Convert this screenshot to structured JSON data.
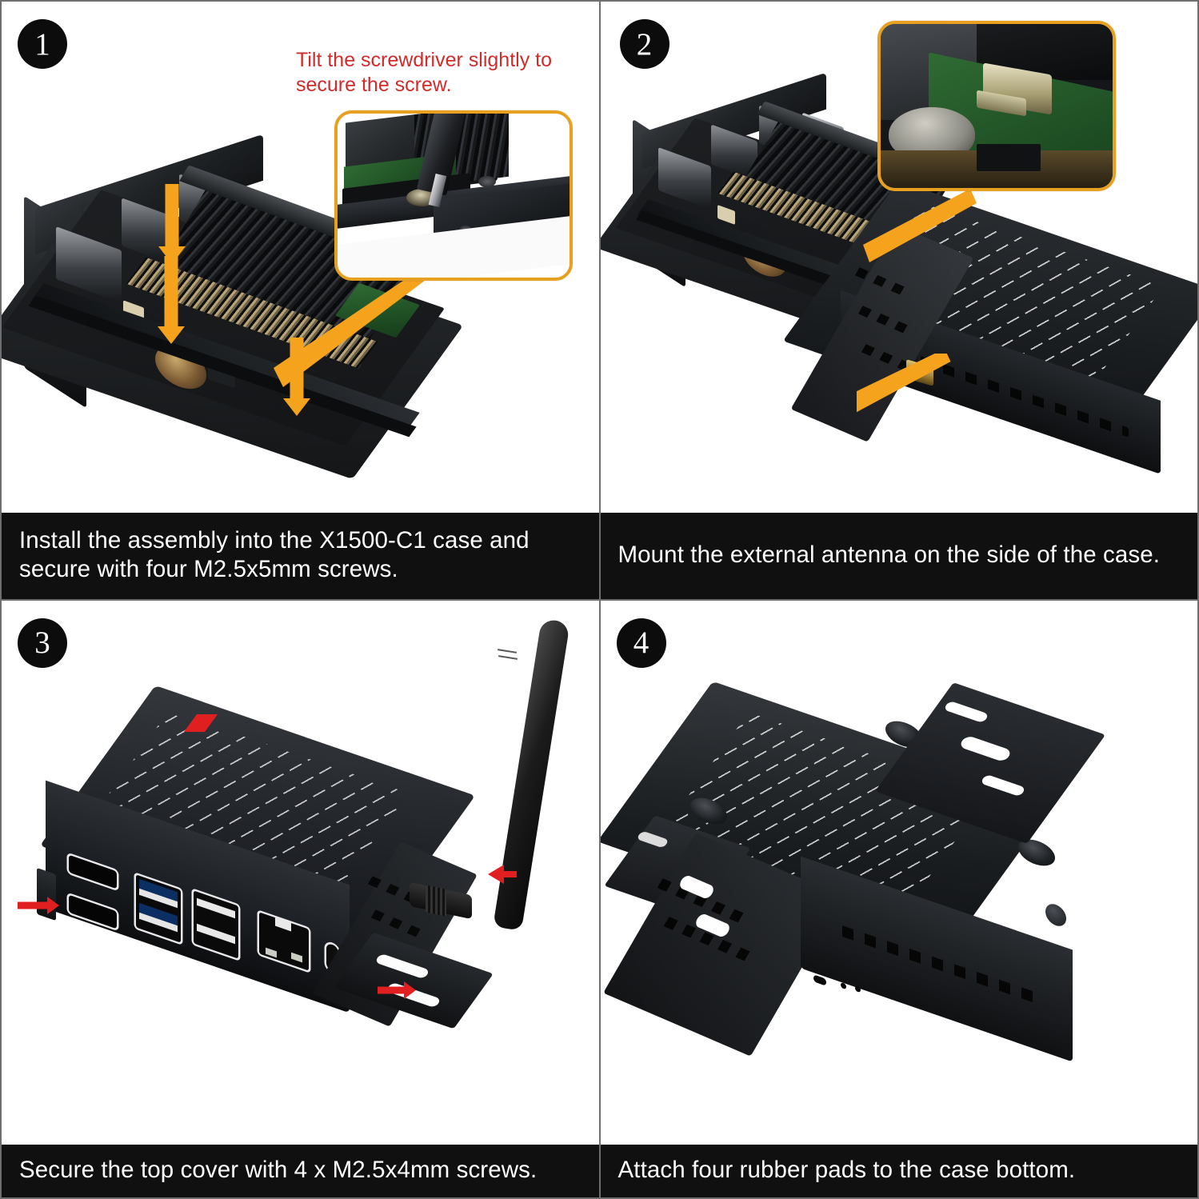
{
  "document": {
    "type": "assembly-instruction-sheet",
    "product": "X1500-C1 case",
    "panel_count": 4
  },
  "colors": {
    "caption_bg": "#101010",
    "caption_text": "#ffffff",
    "badge_bg": "#0c0c0c",
    "note_red": "#d12b2b",
    "arrow_orange": "#F5A21C",
    "arrow_red": "#E02020",
    "inset_border": "#e8a020",
    "panel_border": "#6e6e6e",
    "usb3_blue": "#0b2e63"
  },
  "panels": [
    {
      "number": "1",
      "caption": "Install the assembly into the X1500-C1 case and secure with four M2.5x5mm screws.",
      "note": "Tilt the screwdriver slightly to secure the screw.",
      "annotations": {
        "arrows": "three orange down arrows pointing at screw holes",
        "inset": "close-up of screwdriver tilted into corner screw hole"
      },
      "subject": "Raspberry Pi board with heatsink seated in X1500-C1 case base"
    },
    {
      "number": "2",
      "caption": "Mount the external antenna on the side of the case.",
      "note": "",
      "annotations": {
        "inset_top": "close-up of u.FL connector attached to board",
        "inset_bottom": "SMA pigtail antenna cable"
      },
      "subject": "Board in case base beside vented top cover with SMA bulkhead installed"
    },
    {
      "number": "3",
      "caption": "Secure the top cover with 4 x M2.5x4mm screws.",
      "note": "",
      "annotations": {
        "arrows": "three red arrows pointing at cover screws"
      },
      "subject": "Assembled case with antenna, showing port side",
      "ports": [
        {
          "label": "micro-hdmi-0",
          "type": "micro-hdmi"
        },
        {
          "label": "micro-hdmi-1",
          "type": "micro-hdmi"
        },
        {
          "label": "usb3-stack",
          "type": "usb-3.0",
          "count": 2,
          "color": "#0b2e63"
        },
        {
          "label": "usb2-stack",
          "type": "usb-2.0",
          "count": 2,
          "color": "#0a0a0a"
        },
        {
          "label": "ethernet",
          "type": "rj45"
        },
        {
          "label": "power",
          "type": "usb-c"
        }
      ]
    },
    {
      "number": "4",
      "caption": "Attach four rubber pads to the case bottom.",
      "note": "",
      "annotations": {
        "pads": "four rubber pad recesses on case bottom"
      },
      "subject": "Case shown bottom-up with vent slots, mounting ears and four pad recesses"
    }
  ]
}
